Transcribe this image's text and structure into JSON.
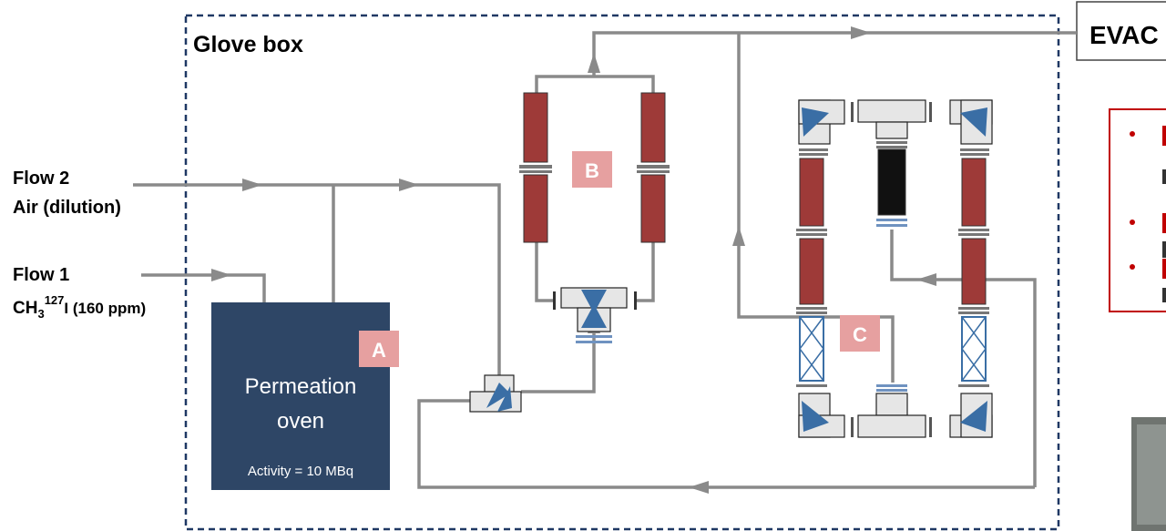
{
  "title": "Glove box",
  "evac": "EVAC",
  "flow2": {
    "name": "Flow 2",
    "desc": "Air (dilution)"
  },
  "flow1": {
    "name": "Flow 1",
    "formula": "CH",
    "sub": "3",
    "sup": "127",
    "rest": "I (160 ppm)"
  },
  "oven": {
    "line1": "Permeation",
    "line2": "oven",
    "activity": "Activity = 10 MBq"
  },
  "markers": {
    "a": "A",
    "b": "B",
    "c": "C"
  },
  "colors": {
    "pipe": "#8a8a8a",
    "box_border": "#1f3864",
    "oven": "#2e4666",
    "marker": "#e6a0a0",
    "column": "#9e3a38",
    "valve_blue": "#3a6ea5",
    "callout_border": "#c00000"
  }
}
